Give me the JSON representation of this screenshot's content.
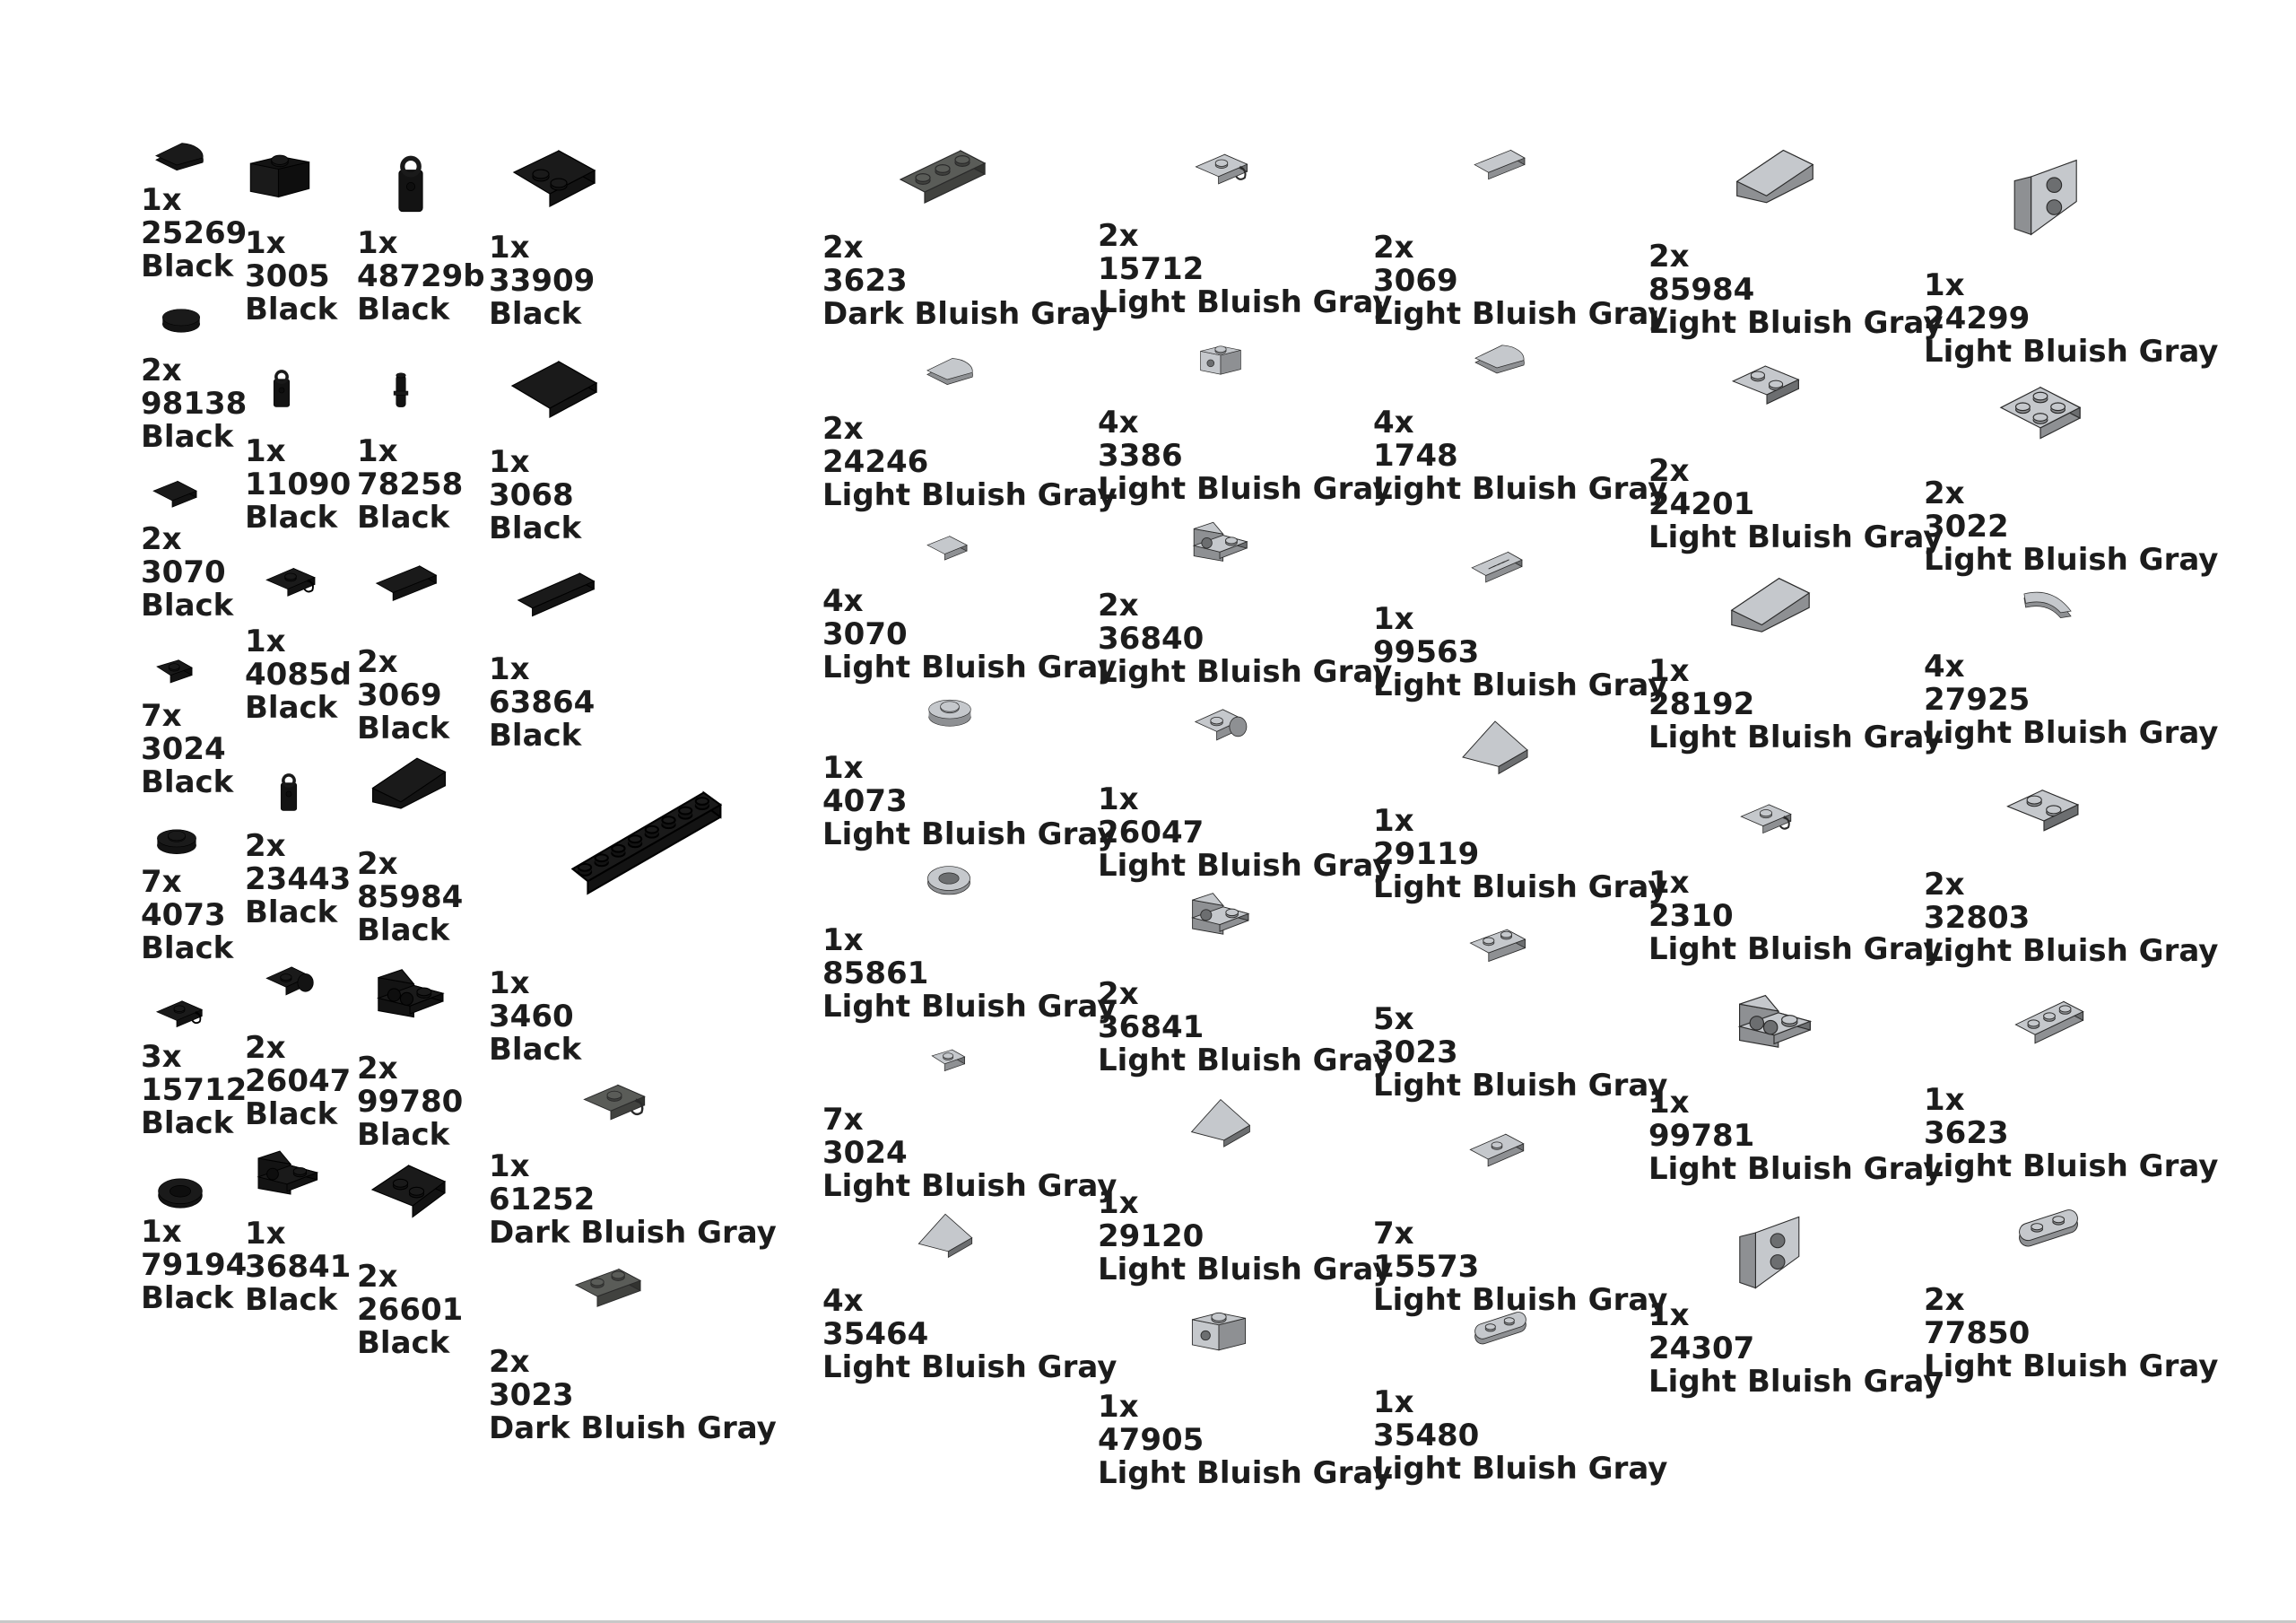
{
  "colors": {
    "black_part": "#1a1a1a",
    "black_part_edge": "#0a0a0a",
    "dark_bluish_gray": "#5a5c58",
    "light_bluish_gray": "#c5c8cc",
    "outline": "#2a2a2a"
  },
  "parts": [
    {
      "qty": "1x",
      "id": "25269",
      "color": "Black",
      "shape": "quarter-tile"
    },
    {
      "qty": "2x",
      "id": "98138",
      "color": "Black",
      "shape": "round-tile"
    },
    {
      "qty": "2x",
      "id": "3070",
      "color": "Black",
      "shape": "tile-1x1"
    },
    {
      "qty": "7x",
      "id": "3024",
      "color": "Black",
      "shape": "plate-1x1"
    },
    {
      "qty": "7x",
      "id": "4073",
      "color": "Black",
      "shape": "round-plate"
    },
    {
      "qty": "3x",
      "id": "15712",
      "color": "Black",
      "shape": "clip-plate"
    },
    {
      "qty": "1x",
      "id": "79194",
      "color": "Black",
      "shape": "ring-plate"
    },
    {
      "qty": "1x",
      "id": "3005",
      "color": "Black",
      "shape": "brick-1x1"
    },
    {
      "qty": "1x",
      "id": "11090",
      "color": "Black",
      "shape": "bar-holder"
    },
    {
      "qty": "1x",
      "id": "4085d",
      "color": "Black",
      "shape": "clip-plate"
    },
    {
      "qty": "2x",
      "id": "23443",
      "color": "Black",
      "shape": "bar-holder"
    },
    {
      "qty": "2x",
      "id": "26047",
      "color": "Black",
      "shape": "rotation-joint"
    },
    {
      "qty": "1x",
      "id": "36841",
      "color": "Black",
      "shape": "bracket"
    },
    {
      "qty": "1x",
      "id": "48729b",
      "color": "Black",
      "shape": "bar-holder"
    },
    {
      "qty": "1x",
      "id": "78258",
      "color": "Black",
      "shape": "bar-pin"
    },
    {
      "qty": "2x",
      "id": "3069",
      "color": "Black",
      "shape": "tile-1x2"
    },
    {
      "qty": "2x",
      "id": "85984",
      "color": "Black",
      "shape": "slope"
    },
    {
      "qty": "2x",
      "id": "99780",
      "color": "Black",
      "shape": "bracket-wide"
    },
    {
      "qty": "2x",
      "id": "26601",
      "color": "Black",
      "shape": "wedge-plate"
    },
    {
      "qty": "1x",
      "id": "33909",
      "color": "Black",
      "shape": "plate-2x2-corner"
    },
    {
      "qty": "1x",
      "id": "3068",
      "color": "Black",
      "shape": "tile-2x2"
    },
    {
      "qty": "1x",
      "id": "63864",
      "color": "Black",
      "shape": "tile-1x3"
    },
    {
      "qty": "1x",
      "id": "3460",
      "color": "Black",
      "shape": "plate-1x8"
    },
    {
      "qty": "1x",
      "id": "61252",
      "color": "Dark Bluish Gray",
      "shape": "clip-plate"
    },
    {
      "qty": "2x",
      "id": "3023",
      "color": "Dark Bluish Gray",
      "shape": "plate-1x2"
    },
    {
      "qty": "2x",
      "id": "3623",
      "color": "Dark Bluish Gray",
      "shape": "plate-1x3"
    },
    {
      "qty": "2x",
      "id": "24246",
      "color": "Light Bluish Gray",
      "shape": "round-tile-half"
    },
    {
      "qty": "4x",
      "id": "3070",
      "color": "Light Bluish Gray",
      "shape": "tile-1x1"
    },
    {
      "qty": "1x",
      "id": "4073",
      "color": "Light Bluish Gray",
      "shape": "round-plate"
    },
    {
      "qty": "1x",
      "id": "85861",
      "color": "Light Bluish Gray",
      "shape": "ring-plate"
    },
    {
      "qty": "7x",
      "id": "3024",
      "color": "Light Bluish Gray",
      "shape": "plate-1x1"
    },
    {
      "qty": "4x",
      "id": "35464",
      "color": "Light Bluish Gray",
      "shape": "wedge"
    },
    {
      "qty": "2x",
      "id": "15712",
      "color": "Light Bluish Gray",
      "shape": "clip-plate"
    },
    {
      "qty": "4x",
      "id": "3386",
      "color": "Light Bluish Gray",
      "shape": "brick-1x1-stud"
    },
    {
      "qty": "2x",
      "id": "36840",
      "color": "Light Bluish Gray",
      "shape": "bracket"
    },
    {
      "qty": "1x",
      "id": "26047",
      "color": "Light Bluish Gray",
      "shape": "rotation-joint"
    },
    {
      "qty": "2x",
      "id": "36841",
      "color": "Light Bluish Gray",
      "shape": "bracket"
    },
    {
      "qty": "1x",
      "id": "29120",
      "color": "Light Bluish Gray",
      "shape": "wedge-curved"
    },
    {
      "qty": "1x",
      "id": "47905",
      "color": "Light Bluish Gray",
      "shape": "brick-1x1-stud"
    },
    {
      "qty": "2x",
      "id": "3069",
      "color": "Light Bluish Gray",
      "shape": "tile-1x2"
    },
    {
      "qty": "4x",
      "id": "1748",
      "color": "Light Bluish Gray",
      "shape": "round-tile-half"
    },
    {
      "qty": "1x",
      "id": "99563",
      "color": "Light Bluish Gray",
      "shape": "tile-grille"
    },
    {
      "qty": "1x",
      "id": "29119",
      "color": "Light Bluish Gray",
      "shape": "wedge-curved"
    },
    {
      "qty": "5x",
      "id": "3023",
      "color": "Light Bluish Gray",
      "shape": "plate-1x2"
    },
    {
      "qty": "7x",
      "id": "15573",
      "color": "Light Bluish Gray",
      "shape": "jumper"
    },
    {
      "qty": "1x",
      "id": "35480",
      "color": "Light Bluish Gray",
      "shape": "oval-plate"
    },
    {
      "qty": "2x",
      "id": "85984",
      "color": "Light Bluish Gray",
      "shape": "slope"
    },
    {
      "qty": "2x",
      "id": "24201",
      "color": "Light Bluish Gray",
      "shape": "offset-plate"
    },
    {
      "qty": "1x",
      "id": "28192",
      "color": "Light Bluish Gray",
      "shape": "slope-long"
    },
    {
      "qty": "1x",
      "id": "2310",
      "color": "Light Bluish Gray",
      "shape": "clip-plate"
    },
    {
      "qty": "1x",
      "id": "99781",
      "color": "Light Bluish Gray",
      "shape": "bracket-wide"
    },
    {
      "qty": "1x",
      "id": "24307",
      "color": "Light Bluish Gray",
      "shape": "wedge-plate-upright"
    },
    {
      "qty": "1x",
      "id": "24299",
      "color": "Light Bluish Gray",
      "shape": "wedge-plate-upright"
    },
    {
      "qty": "2x",
      "id": "3022",
      "color": "Light Bluish Gray",
      "shape": "plate-2x2"
    },
    {
      "qty": "4x",
      "id": "27925",
      "color": "Light Bluish Gray",
      "shape": "quarter-arc"
    },
    {
      "qty": "2x",
      "id": "32803",
      "color": "Light Bluish Gray",
      "shape": "offset-plate"
    },
    {
      "qty": "1x",
      "id": "3623",
      "color": "Light Bluish Gray",
      "shape": "plate-1x3"
    },
    {
      "qty": "2x",
      "id": "77850",
      "color": "Light Bluish Gray",
      "shape": "oval-plate"
    }
  ]
}
